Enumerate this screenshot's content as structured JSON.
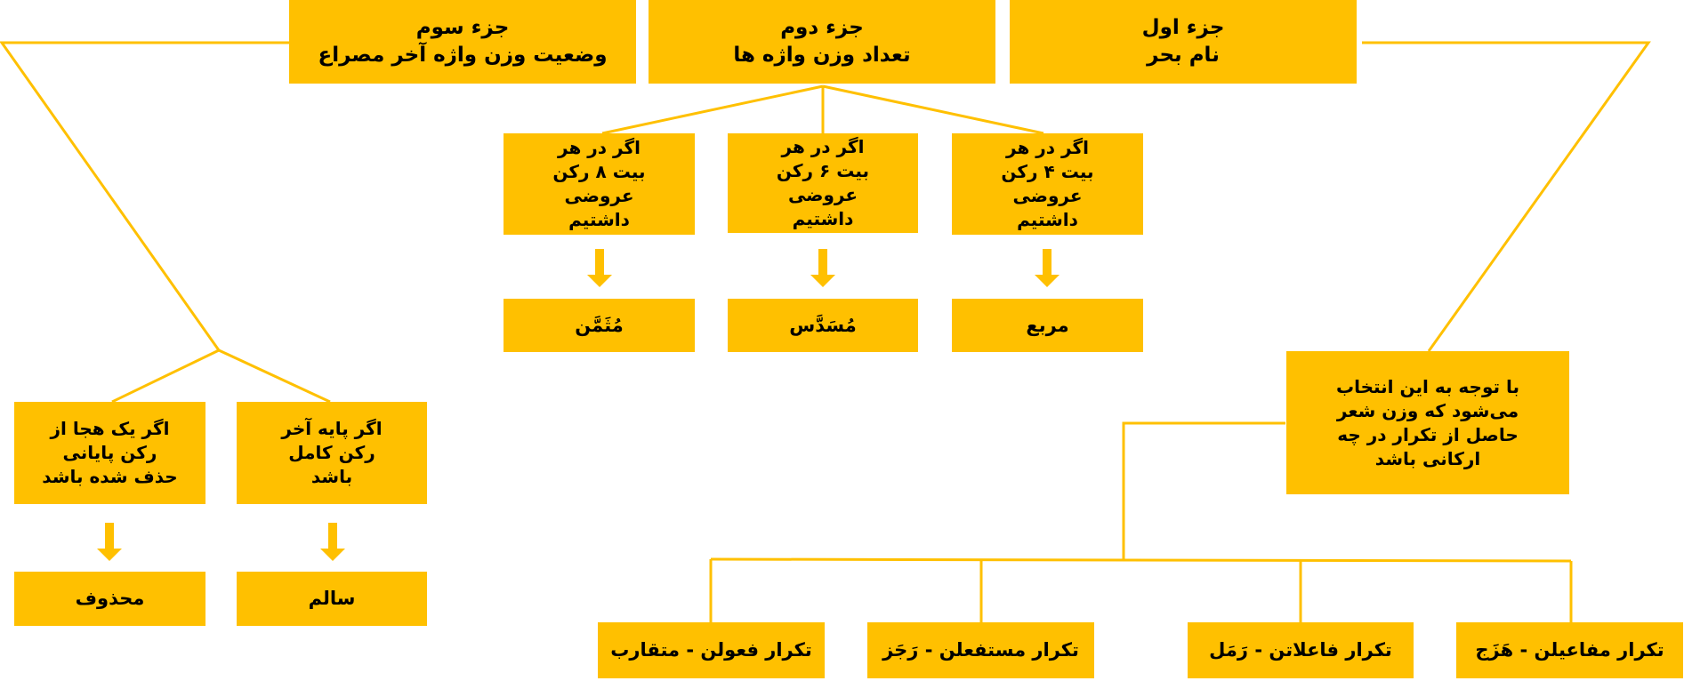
{
  "colors": {
    "accent": "#FFC000",
    "text": "#000000"
  },
  "top": [
    {
      "title": "جزء سوم",
      "subtitle": "وضعیت وزن واژه آخر مصراع"
    },
    {
      "title": "جزء دوم",
      "subtitle": "تعداد وزن واژه ها"
    },
    {
      "title": "جزء اول",
      "subtitle": "نام بحر"
    }
  ],
  "part2": {
    "conditions": [
      "اگر در هر بیت ۸ رکن عروضی داشتیم",
      "اگر در هر بیت ۶ رکن عروضی داشتیم",
      "اگر در هر بیت ۴ رکن عروضی داشتیم"
    ],
    "results": [
      "مُثَمَّن",
      "مُسَدَّس",
      "مربع"
    ]
  },
  "part3": {
    "conditions": [
      "اگر یک هجا از رکن پایانی حذف شده باشد",
      "اگر پایه آخر رکن کامل باشد"
    ],
    "results": [
      "محذوف",
      "سالم"
    ]
  },
  "part1": {
    "description": "با توجه به این انتخاب می‌شود که وزن شعر حاصل از تکرار در چه ارکانی باشد",
    "meters": [
      "تکرار فعولن - متقارب",
      "تکرار مستفعلن - رَجَز",
      "تکرار فاعلاتن - رَمَل",
      "تکرار مفاعیلن - هَزَج"
    ]
  }
}
